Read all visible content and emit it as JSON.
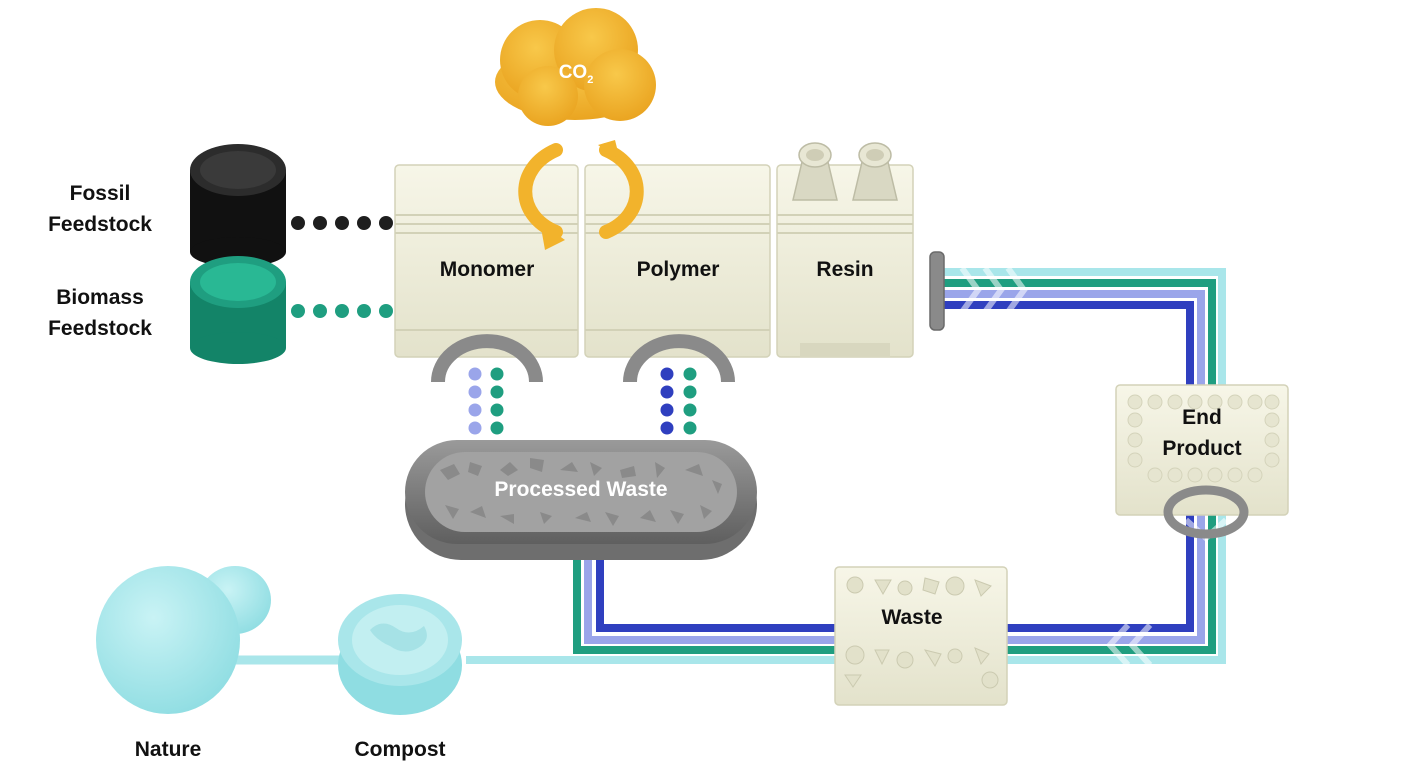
{
  "labels": {
    "fossil_line1": "Fossil",
    "fossil_line2": "Feedstock",
    "biomass_line1": "Biomass",
    "biomass_line2": "Feedstock",
    "co2": "CO",
    "co2_sub": "2",
    "monomer": "Monomer",
    "polymer": "Polymer",
    "resin": "Resin",
    "end_product_line1": "End",
    "end_product_line2": "Product",
    "processed_waste": "Processed Waste",
    "waste": "Waste",
    "nature": "Nature",
    "compost": "Compost"
  },
  "colors": {
    "fossil": "#1e1e1e",
    "biomass": "#1f9e80",
    "co2": "#f2b32c",
    "cream": "#f0efdc",
    "light_blue": "#a9e6ea",
    "dark_blue": "#2f3fbf",
    "lavender": "#9aa5ea",
    "green": "#1f9e80",
    "gray": "#7a7a7a"
  }
}
